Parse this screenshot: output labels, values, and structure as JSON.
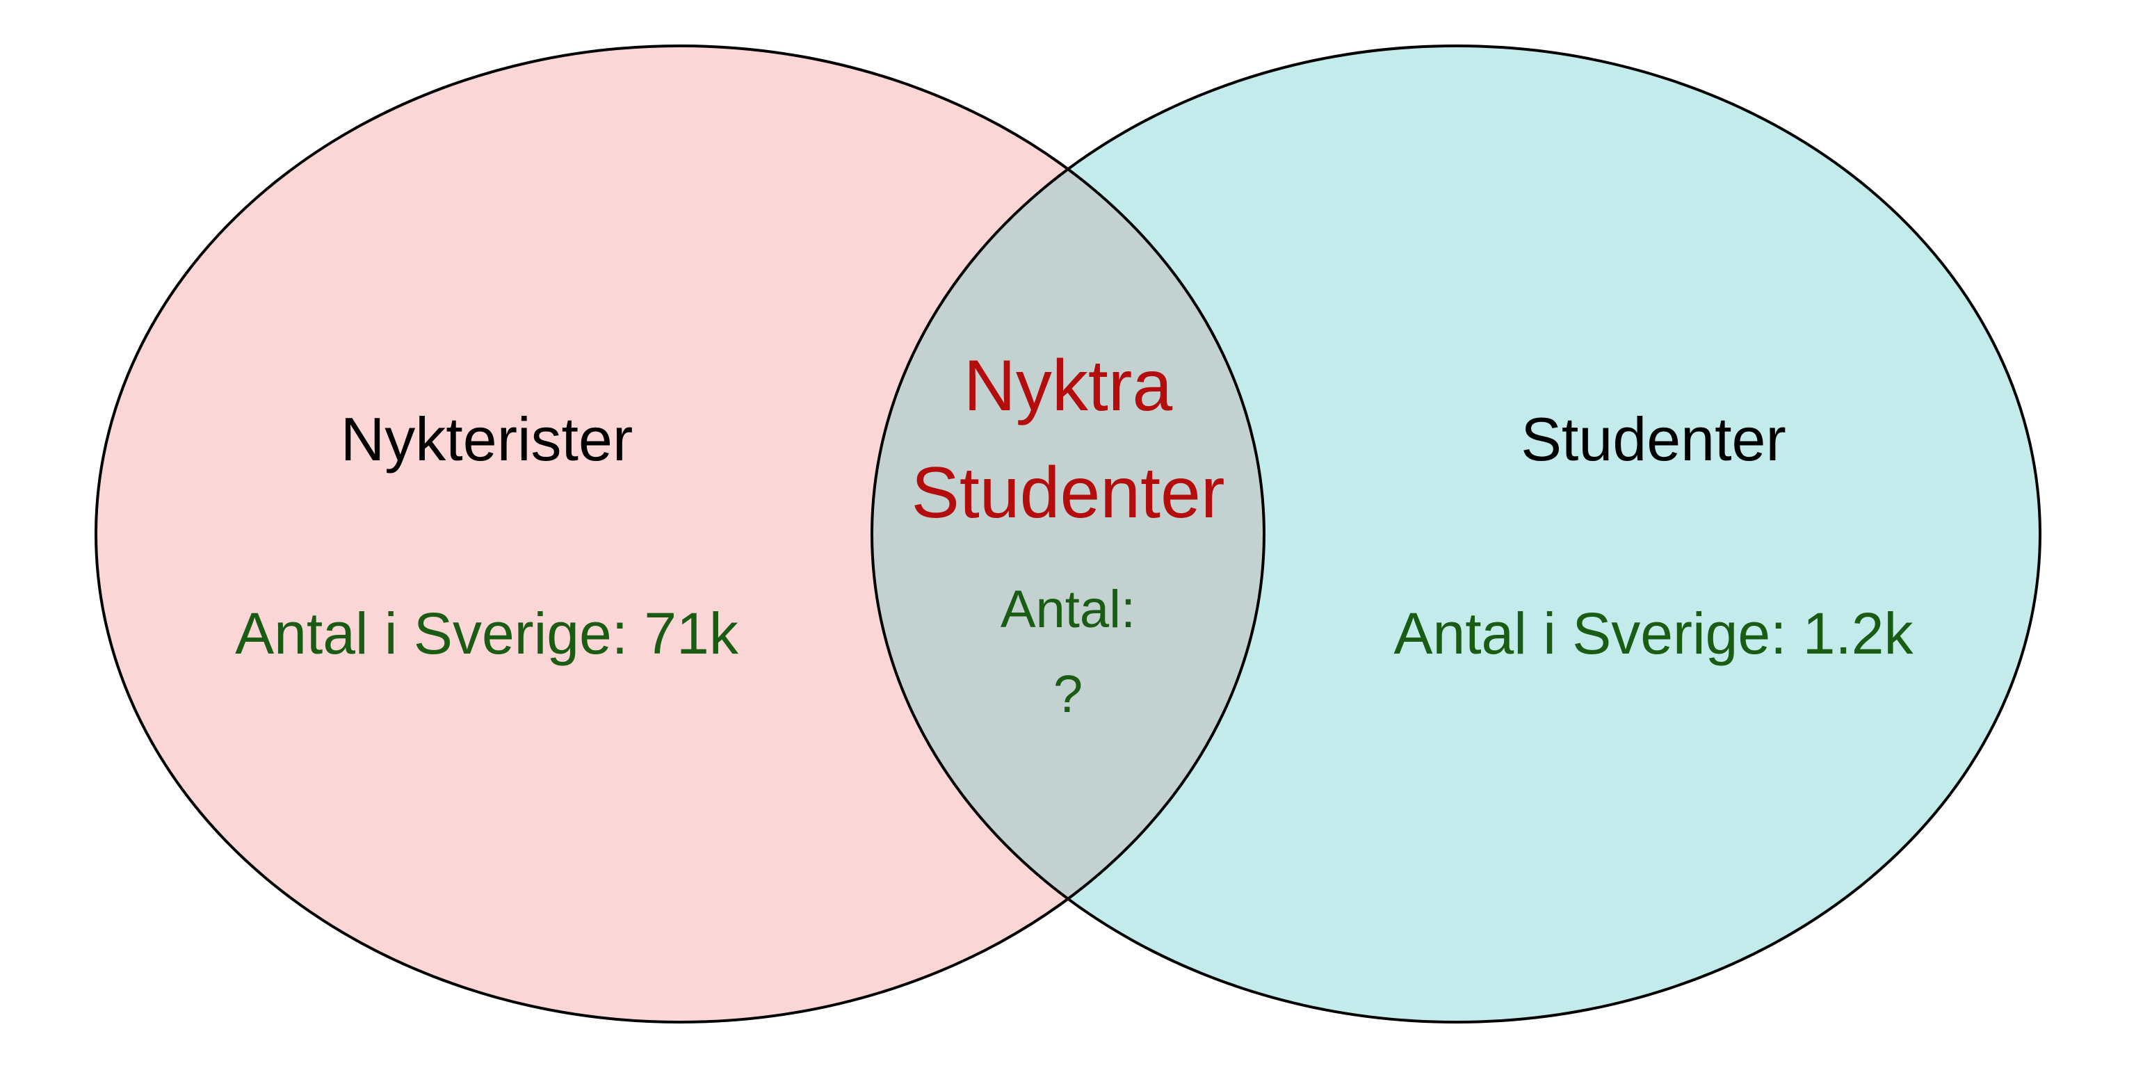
{
  "colors": {
    "left_fill": "#fbd6d6",
    "right_fill": "#c4ebec",
    "intersection_fill": "#c3d1d1",
    "outline": "#000000",
    "set_title": "#000000",
    "count": "#1a5c14",
    "intersection_title": "#b30d0d"
  },
  "left_set": {
    "title": "Nykterister",
    "count": "Antal i Sverige: 71k"
  },
  "right_set": {
    "title": "Studenter",
    "count": "Antal i Sverige: 1.2k"
  },
  "intersection": {
    "title_line1": "Nyktra",
    "title_line2": "Studenter",
    "count_label": "Antal:",
    "count_value": "?"
  }
}
